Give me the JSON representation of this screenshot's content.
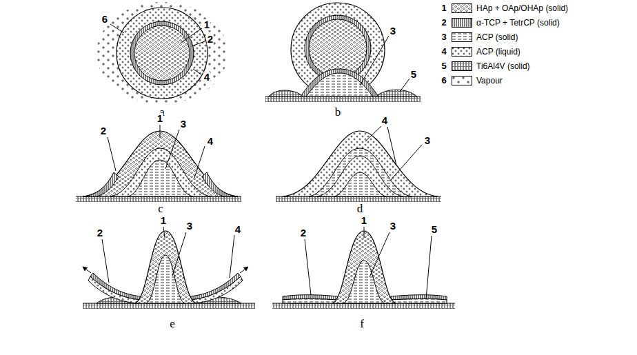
{
  "diagram": {
    "labels": [
      "6",
      "1",
      "2",
      "4",
      "a",
      "3",
      "5",
      "b",
      "1",
      "2",
      "3",
      "4",
      "c",
      "4",
      "3",
      "d",
      "2",
      "1",
      "3",
      "4",
      "e",
      "2",
      "1",
      "3",
      "5",
      "f",
      "1",
      "2",
      "3",
      "4",
      "5",
      "6"
    ],
    "legend": [
      {
        "text": "HAp + OAp/OHAp (solid)"
      },
      {
        "text": "α-TCP + TetrCP (solid)"
      },
      {
        "text": "ACP (solid)"
      },
      {
        "text": "ACP (liquid)"
      },
      {
        "text": "Ti6Al4V (solid)"
      },
      {
        "text": "Vapour"
      }
    ]
  }
}
